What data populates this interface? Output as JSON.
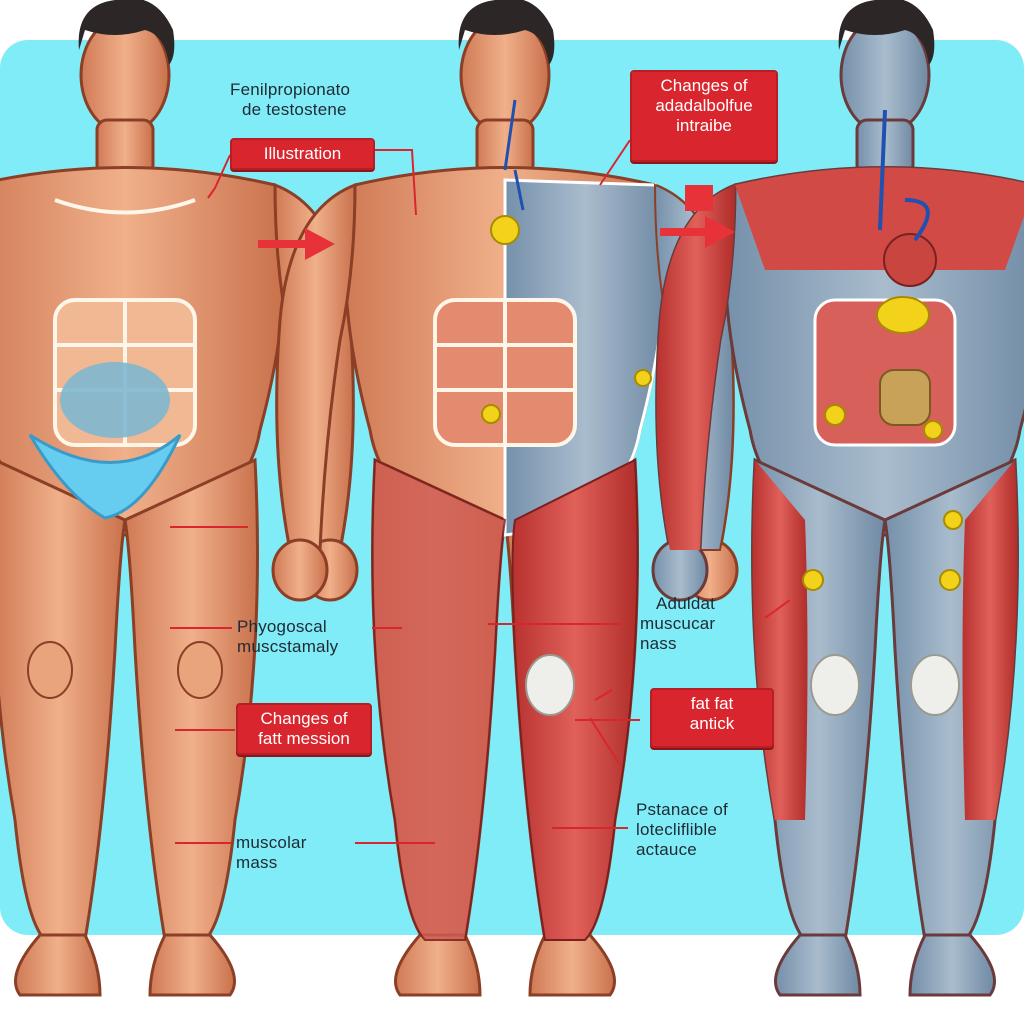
{
  "title": {
    "line1": "Fenilpropionato",
    "line2": "de testostene"
  },
  "labels": {
    "illustration": "Illustration",
    "changes_top": {
      "line1": "Changes of",
      "line2": "adadalbolfue",
      "line3": "intraibe"
    },
    "phys_muscle": {
      "line1": "Phyogoscal",
      "line2": "muscstamaly"
    },
    "changes_fat": {
      "line1": "Changes of",
      "line2": "fatt mession"
    },
    "muscle_mass_left": {
      "line1": "muscolar",
      "line2": "mass"
    },
    "adult_muscle": {
      "line1": "Aduldat",
      "line2": "muscucar",
      "line3": "nass"
    },
    "fat_label": {
      "line1": "fat fat",
      "line2": "antick"
    },
    "presence": {
      "line1": "Pstanace of",
      "line2": "lotecliflible",
      "line3": "actauce"
    }
  },
  "colors": {
    "background_panel": "#7fecf8",
    "skin": "#e9a47c",
    "muscle": "#d64a45",
    "fascia": "#8fa7bd",
    "fat": "#f2d21a",
    "label_red": "#d9262e",
    "arrow": "#e8323a"
  },
  "figures": [
    "figure-skin-surface",
    "figure-partial-dissection",
    "figure-full-dissection"
  ]
}
